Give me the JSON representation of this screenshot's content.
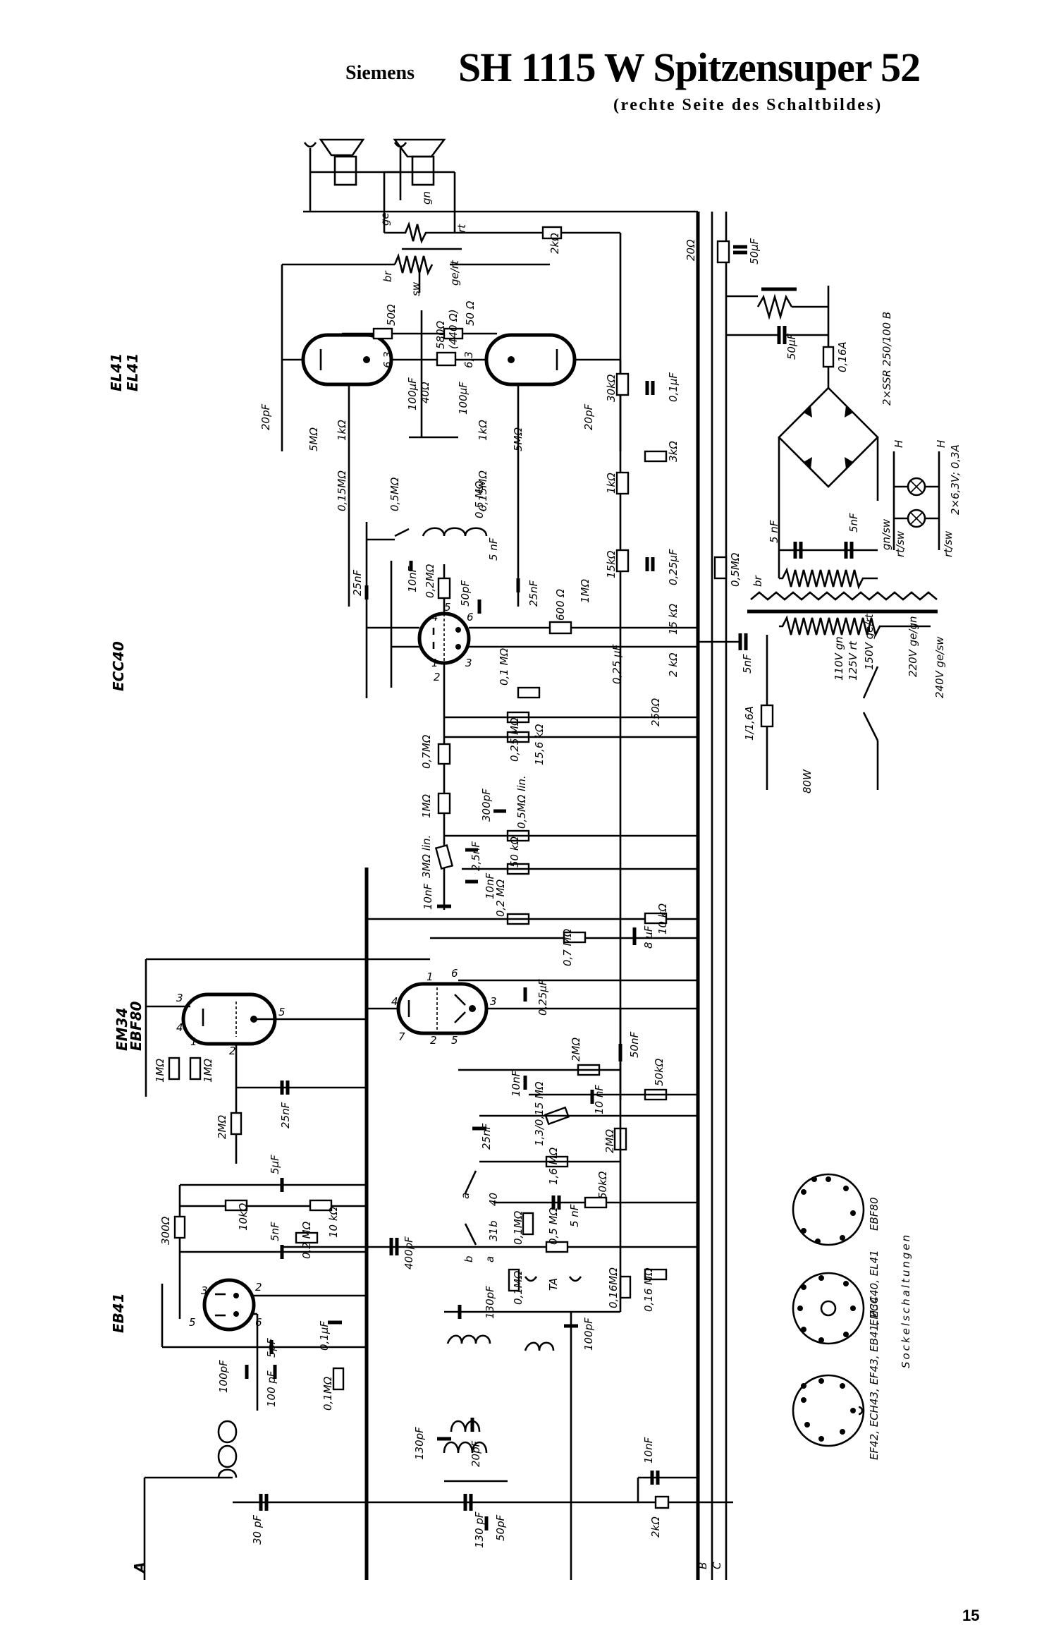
{
  "title": {
    "brand": "Siemens",
    "model": "SH 1115 W Spitzensuper 52",
    "subtitle": "(rechte Seite des Schaltbildes)"
  },
  "page_number": "15",
  "tubes": {
    "el41_a": "EL41",
    "el41_b": "EL41",
    "ecc40": "ECC40",
    "em34": "EM34",
    "ebf80": "EBF80",
    "eb41": "EB41"
  },
  "output_stage": {
    "speaker_taps": [
      "ge",
      "gn",
      "rt"
    ],
    "transformer_taps": [
      "br",
      "sw",
      "ge/rt"
    ],
    "r_2k": "2kΩ",
    "r_50a": "50Ω",
    "r_50b": "50 Ω",
    "r_580": "580Ω",
    "r_440": "(440 Ω)",
    "r_40": "40Ω",
    "c_100uf_a": "100µF",
    "c_100uf_b": "100µF",
    "heater_a": "6,3",
    "heater_b": "6,3",
    "c_20pf_a": "20pF",
    "c_20pf_b": "20pF",
    "r_5m_a": "5MΩ",
    "r_5m_b": "5MΩ",
    "r_1k_a": "1kΩ",
    "r_1k_b": "1kΩ",
    "r_015m_a": "0,15MΩ",
    "r_015m_b": "0,15MΩ",
    "r_05m_a": "0,5MΩ",
    "r_05m_b": "0,5 MΩ"
  },
  "supply": {
    "r_20": "20Ω",
    "c_50uf_a": "50µF",
    "c_50uf_b": "50µF",
    "fuse_016": "0,16A",
    "rectifier": "2×SSR 250/100 B",
    "lamps": "2×6,3V; 0,3A",
    "lamp_wires": [
      "gn/sw",
      "rt/sw",
      "rt/sw"
    ],
    "heater_marks": [
      "H",
      "H"
    ],
    "c_5nf_a": "5 nF",
    "c_5nf_b": "5nF",
    "c_5nf_c": "5nF",
    "r_05m": "0,5MΩ",
    "wire_br": "br",
    "taps": [
      "110V gn",
      "125V rt",
      "150V ge/rt",
      "220V ge/gn",
      "240V ge/sw"
    ],
    "fuse_main": "1/1,6A",
    "power": "80W"
  },
  "divider": {
    "r_30k": "30kΩ",
    "c_01uf": "0,1µF",
    "r_3k": "3kΩ",
    "r_1k": "1kΩ",
    "r_15k": "15kΩ",
    "c_025uf": "0,25µF",
    "r_15k_b": "15 kΩ",
    "r_2k": "2 kΩ",
    "r_250": "250Ω",
    "c_025uf_b": "0,25 µF"
  },
  "phase_inverter": {
    "c_25nf_a": "25nF",
    "c_10nf": "10nF",
    "r_02m": "0,2MΩ",
    "c_50pf": "50pF",
    "c_25nf_b": "25nF",
    "r_1m": "1MΩ",
    "r_600": "600 Ω",
    "c_5nf": "5 nF",
    "pins": [
      "4",
      "5",
      "6",
      "1",
      "2",
      "3"
    ],
    "r_01m": "0,1 MΩ"
  },
  "tone_control": {
    "r_07m": "0,7MΩ",
    "r_025m": "0,25 MΩ",
    "r_156k": "15,6 kΩ",
    "r_1m": "1MΩ",
    "c_300pf": "300pF",
    "pot_05m": "0,5MΩ lin.",
    "pot_3m": "3MΩ lin.",
    "c_25nf": "2,5nF",
    "r_50k": "50 kΩ",
    "c_10nf_a": "10nF",
    "c_10nf_b": "10nF",
    "r_02m": "0,2 MΩ"
  },
  "preamp": {
    "r_07m": "0,7 MΩ",
    "c_8uf": "8 µF",
    "r_10k": "10 kΩ",
    "c_025uf": "0,25µF",
    "r_2m_a": "2MΩ",
    "c_50nf": "50nF",
    "c_10nf_a": "10nF",
    "c_10nf_b": "10 nF",
    "r_50k": "50kΩ",
    "pot": "1,3/0,15 MΩ",
    "c_25nf": "25nF",
    "r_2m_b": "2MΩ",
    "r_16m": "1,6 MΩ",
    "pins": [
      "4",
      "1",
      "6",
      "3",
      "7",
      "2",
      "5"
    ]
  },
  "tuning_indicator": {
    "r_1m_a": "1MΩ",
    "r_1m_b": "1MΩ",
    "r_2m": "2MΩ",
    "c_25nf": "25nF",
    "pins": [
      "3",
      "4",
      "1",
      "2",
      "5"
    ]
  },
  "switch_section": {
    "pos_40": "40",
    "pos_31": "31",
    "contacts": [
      "a",
      "b",
      "a",
      "b"
    ],
    "c_5nf": "5 nF",
    "r_50k": "50kΩ",
    "r_01m_a": "0,1MΩ",
    "r_05m": "0,5 MΩ",
    "ta_label": "TA",
    "r_01m_b": "0,1MΩ",
    "c_130pf": "130pF",
    "r_016m_a": "0,16MΩ",
    "r_016m_b": "0,16 MΩ",
    "c_100pf": "100pF",
    "c_400pf": "400pF"
  },
  "detector": {
    "c_5uf": "5µF",
    "r_300": "300Ω",
    "r_10k_a": "10kΩ",
    "r_10k_b": "10 kΩ",
    "r_02m": "0,2 MΩ",
    "c_5nf": "5nF",
    "c_01uf": "0,1µF",
    "c_5pf": "5pF",
    "c_100pf_a": "100pF",
    "c_100pf_b": "100 pF",
    "r_01m": "0,1MΩ",
    "pins": [
      "3",
      "2",
      "5",
      "6"
    ]
  },
  "if_filter": {
    "c_30pf": "30 pF",
    "c_130pf_a": "130pF",
    "c_20pf": "20pF",
    "c_130pf_b": "130 pF",
    "c_50pf": "50pF",
    "c_10nf": "10nF",
    "r_2k": "2kΩ",
    "terminal_a": "A",
    "terminal_b": "B",
    "terminal_c": "C"
  },
  "sockets": {
    "caption": "Sockelschaltungen",
    "socket_1_label": "EF42, ECH43, EF43, EB41, ECC40, EL41",
    "socket_2_label": "EM34",
    "socket_3_label": "EBF80"
  }
}
